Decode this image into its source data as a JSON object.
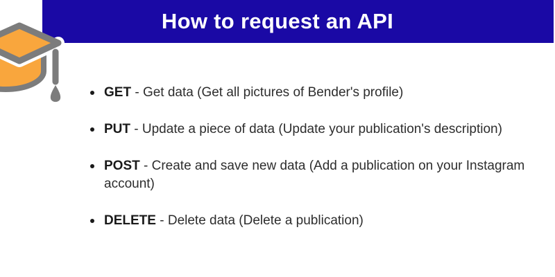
{
  "header": {
    "title": "How to request an API",
    "background_color": "#1A09A5",
    "text_color": "#FFFFFF"
  },
  "icon": {
    "name": "graduation-cap",
    "fill_color": "#F9A63D",
    "outline_color": "#7C7C7C"
  },
  "list": {
    "separator": " - ",
    "text_color": "#2D2D2D",
    "items": [
      {
        "method": "GET",
        "description": "Get data (Get all pictures of Bender's profile)"
      },
      {
        "method": "PUT",
        "description": "Update a piece of data (Update your publication's description)"
      },
      {
        "method": "POST",
        "description": "Create and save new data (Add a publication on your Instagram account)"
      },
      {
        "method": "DELETE",
        "description": "Delete data (Delete a publication)"
      }
    ]
  }
}
